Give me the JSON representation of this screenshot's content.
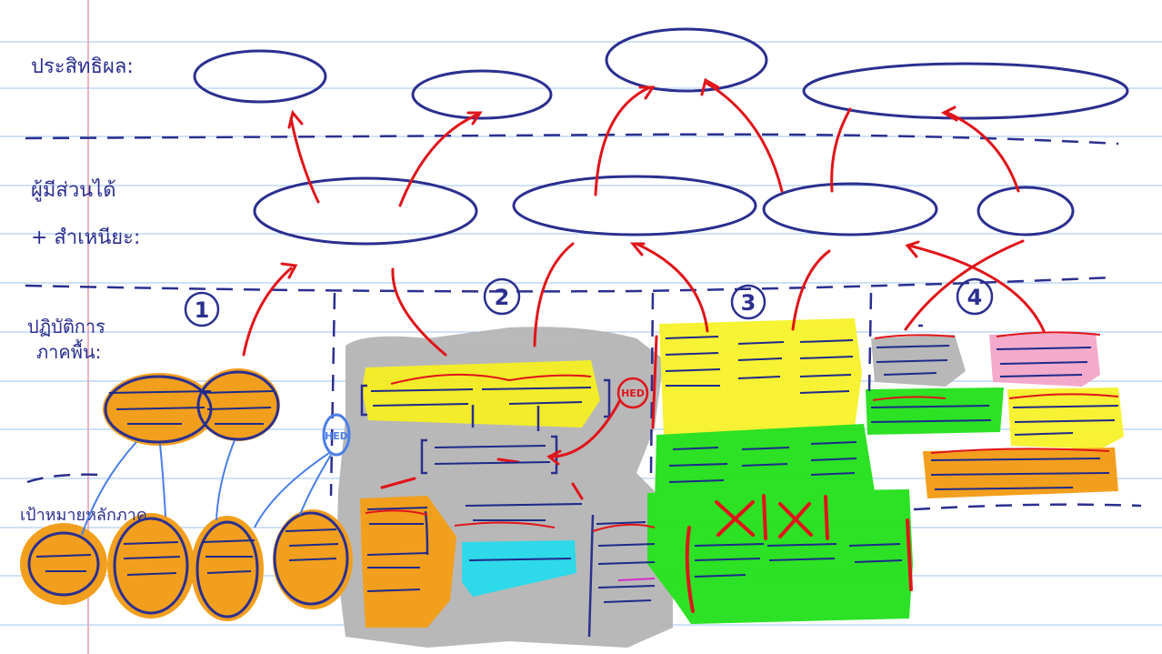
{
  "row_labels": {
    "impact": "ประสิทธิผล:",
    "learner_line1": "ผู้มีส่วนได้",
    "learner_line2": "+ สำเหนียะ:",
    "practice_line1": "ปฏิบัติการ",
    "practice_line2": "ภาคพื้น:",
    "bottom": "เป้าหมายหลักภาค"
  },
  "section_numbers": [
    "1",
    "2",
    "3",
    "4"
  ],
  "tags": {
    "hed_left": "HED",
    "hed_right": "(HED)"
  },
  "colors": {
    "ink_blue": "#2b2f8f",
    "ink_red": "#e0141a",
    "orange": "#f29a12",
    "yellow": "#f7f22a",
    "green": "#22e01a",
    "grey": "#b5b5b5",
    "cyan": "#23d7e8",
    "pink": "#f4a6c8",
    "paper_line": "#9fc3ee",
    "margin_line": "#e89aa8"
  }
}
